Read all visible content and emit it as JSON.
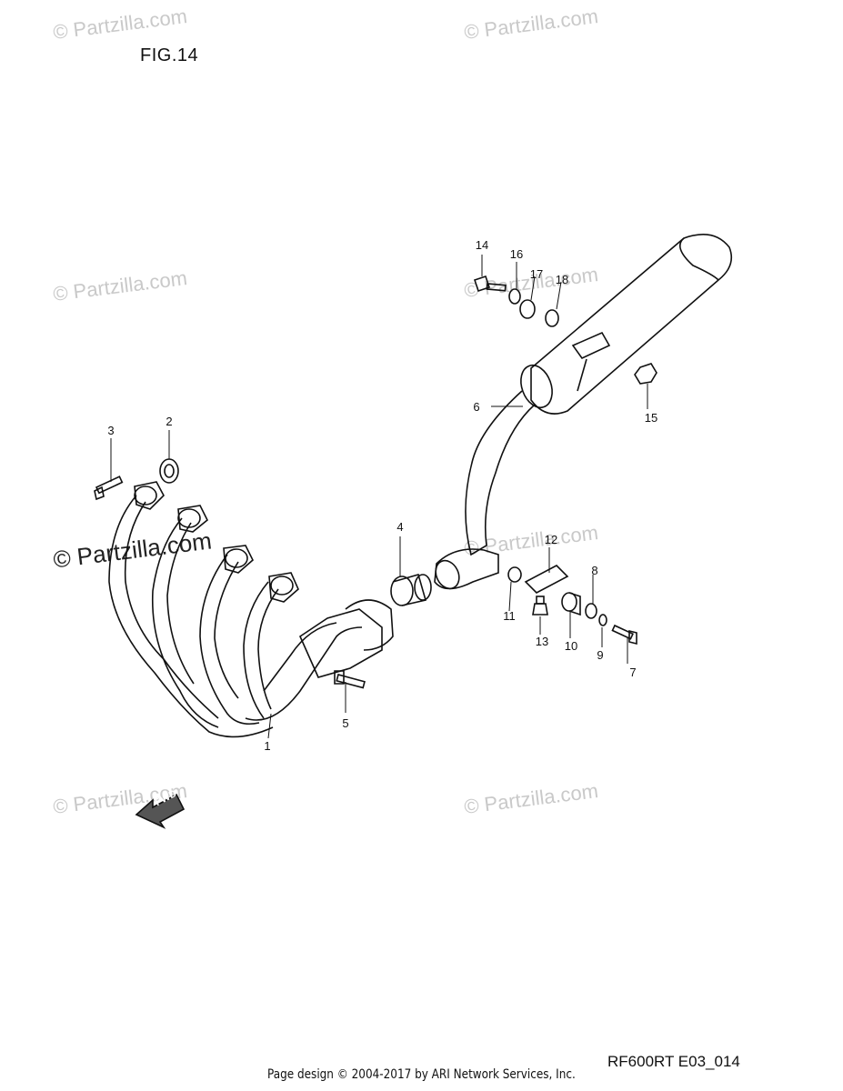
{
  "figure": {
    "title": "FIG.14",
    "code": "RF600RT E03_014"
  },
  "watermark": {
    "text": "© Partzilla.com"
  },
  "footer": {
    "text": "Page design © 2004-2017 by ARI Network Services, Inc."
  },
  "fwd_label": "FWD",
  "callouts": [
    "1",
    "2",
    "3",
    "4",
    "5",
    "6",
    "7",
    "8",
    "9",
    "10",
    "11",
    "12",
    "13",
    "14",
    "15",
    "16",
    "17",
    "18"
  ]
}
